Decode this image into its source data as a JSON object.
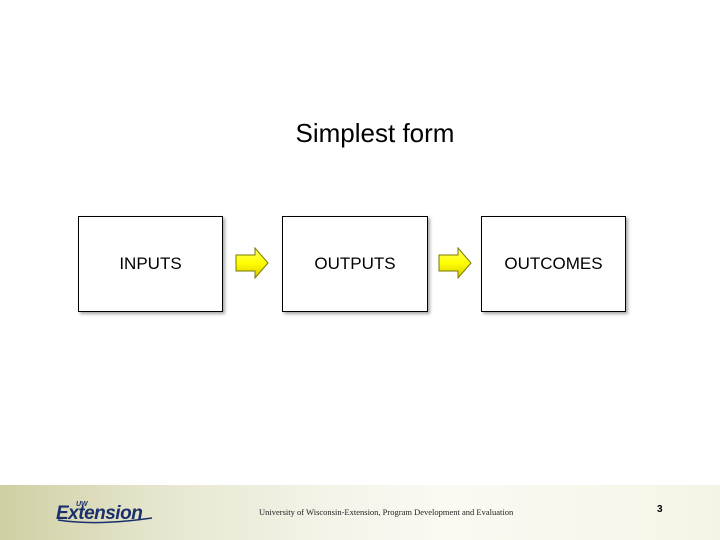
{
  "slide": {
    "title": "Simplest form",
    "page_number": "3"
  },
  "diagram": {
    "boxes": [
      {
        "label": "INPUTS"
      },
      {
        "label": "OUTPUTS"
      },
      {
        "label": "OUTCOMES"
      }
    ],
    "arrow_color": "#ffff00"
  },
  "footer": {
    "logo_small_text": "UW",
    "logo_text": "Extension",
    "credit": "University of Wisconsin-Extension, Program Development and Evaluation"
  }
}
